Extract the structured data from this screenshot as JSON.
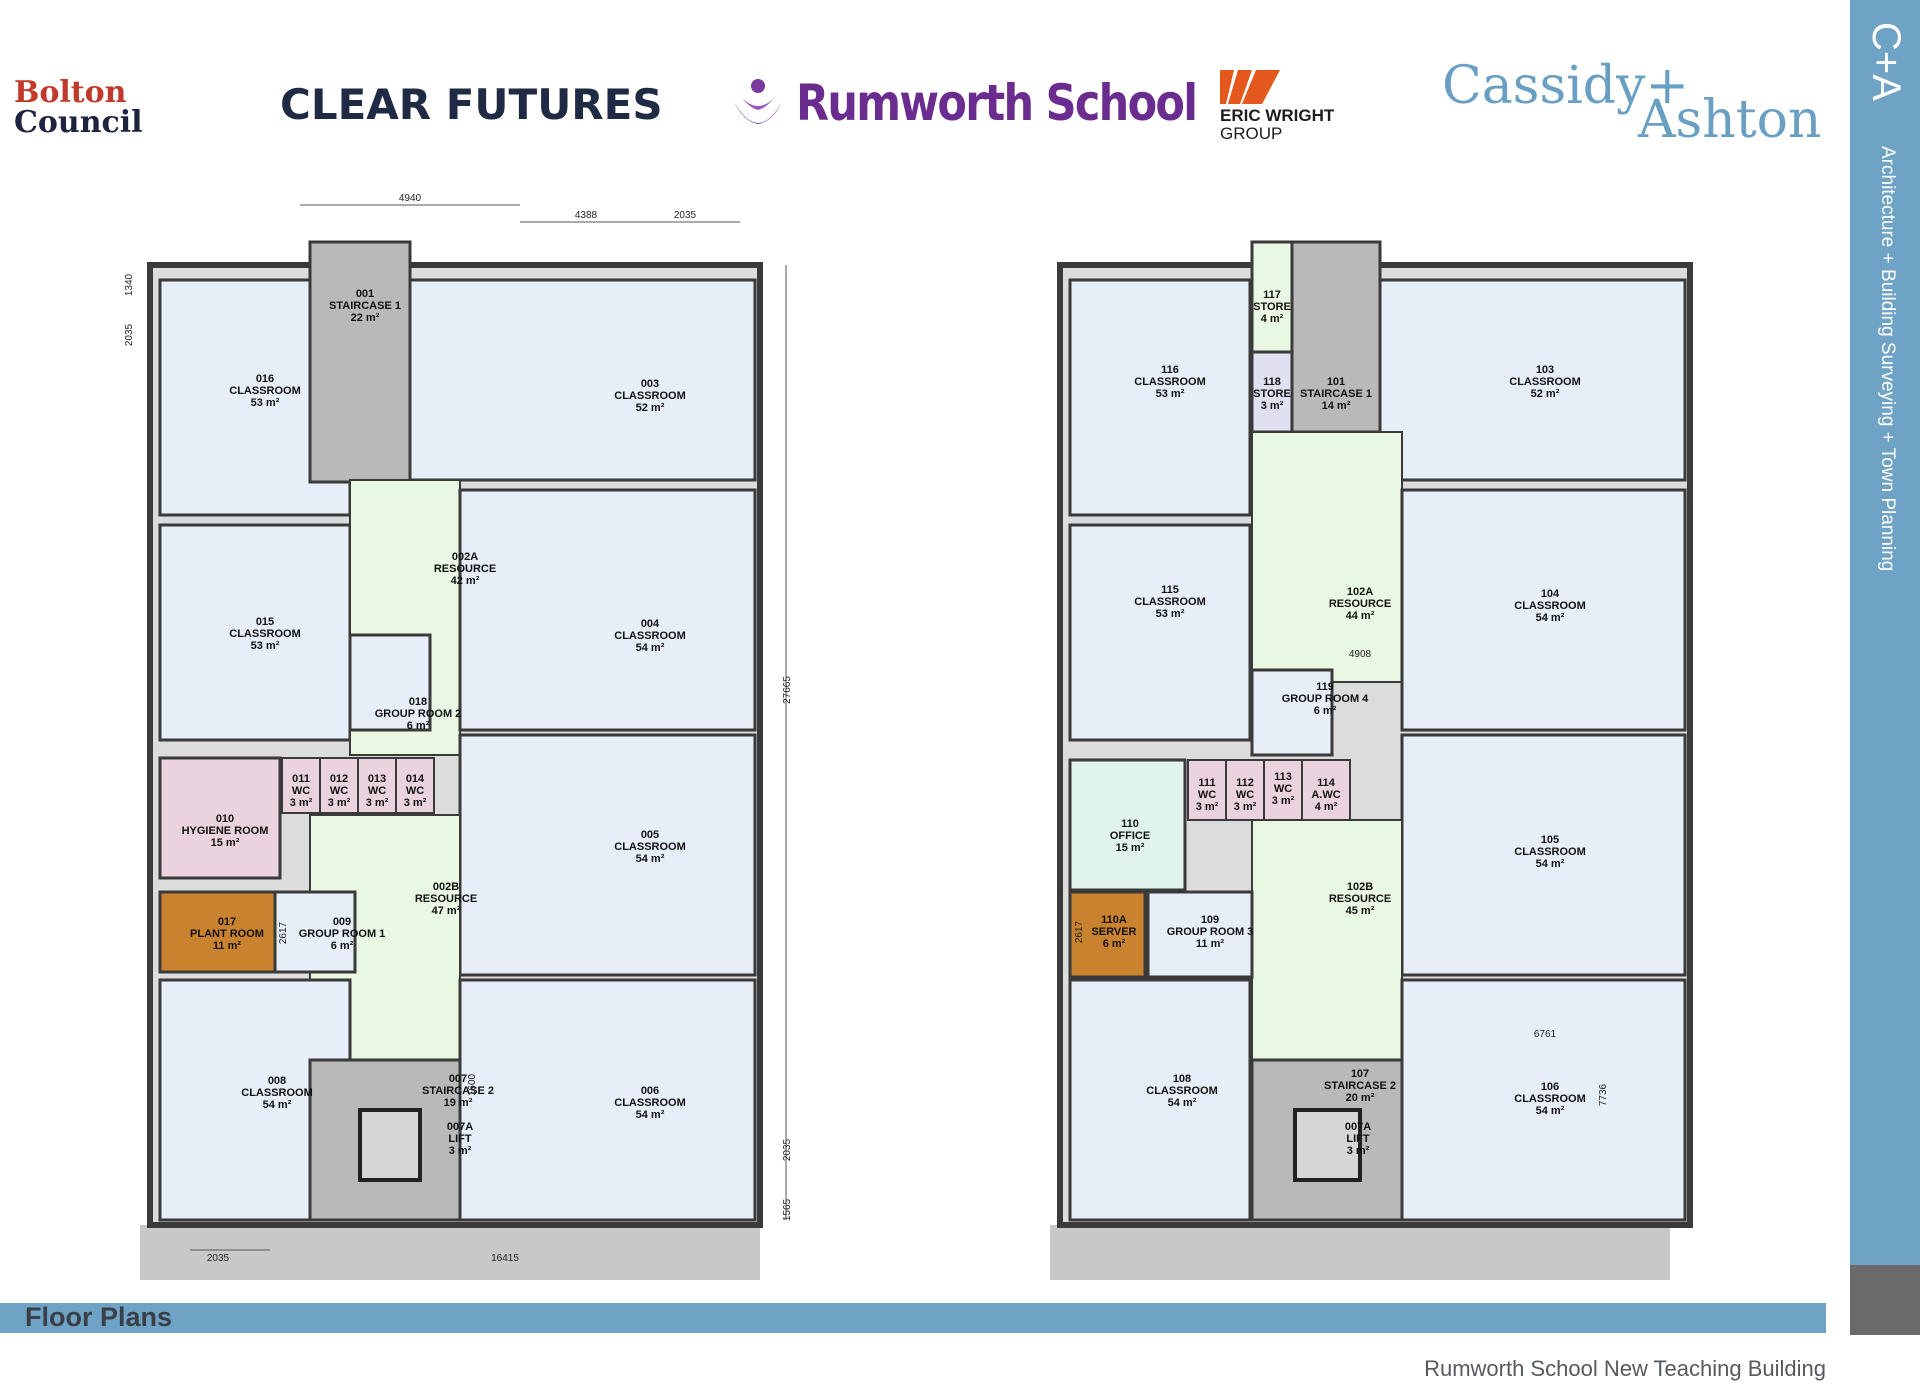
{
  "logos": {
    "bolton_line1": "Bolton",
    "bolton_line2": "Council",
    "clear_futures": "CLEAR FUTURES",
    "rumworth": "Rumworth School",
    "ericwright_line1": "ERIC WRIGHT",
    "ericwright_line2": "GROUP",
    "cassidy_line1": "Cassidy+",
    "cassidy_line2": "Ashton"
  },
  "sidebar": {
    "monogram": "C+A",
    "tagline": "Architecture + Building Surveying + Town Planning"
  },
  "band_title": "Floor Plans",
  "footer": "Rumworth School New Teaching Building",
  "colors": {
    "classroom": "#e6eef8",
    "resource": "#e9f8e2",
    "staircase": "#b9b9b9",
    "wc": "#ead3de",
    "plant": "#c9822e",
    "office": "#e0f3ec",
    "store": "#e1e0f1",
    "wall": "#3a3a3a",
    "brand_blue": "#6fa3c6"
  },
  "ground_floor": {
    "dimensions": [
      "4940",
      "4388",
      "2035",
      "1340",
      "2035",
      "27665",
      "2035",
      "1565",
      "2035",
      "16415",
      "2617",
      "1600"
    ],
    "rooms": [
      {
        "num": "016",
        "name": "CLASSROOM",
        "area": "53 m²"
      },
      {
        "num": "001",
        "name": "STAIRCASE 1",
        "area": "22 m²"
      },
      {
        "num": "003",
        "name": "CLASSROOM",
        "area": "52 m²"
      },
      {
        "num": "002A",
        "name": "RESOURCE",
        "area": "42 m²"
      },
      {
        "num": "015",
        "name": "CLASSROOM",
        "area": "53 m²"
      },
      {
        "num": "004",
        "name": "CLASSROOM",
        "area": "54 m²"
      },
      {
        "num": "018",
        "name": "GROUP ROOM 2",
        "area": "6 m²"
      },
      {
        "num": "011",
        "name": "WC",
        "area": "3 m²"
      },
      {
        "num": "012",
        "name": "WC",
        "area": "3 m²"
      },
      {
        "num": "013",
        "name": "WC",
        "area": "3 m²"
      },
      {
        "num": "014",
        "name": "WC",
        "area": "3 m²"
      },
      {
        "num": "010",
        "name": "HYGIENE ROOM",
        "area": "15 m²"
      },
      {
        "num": "005",
        "name": "CLASSROOM",
        "area": "54 m²"
      },
      {
        "num": "002B",
        "name": "RESOURCE",
        "area": "47 m²"
      },
      {
        "num": "017",
        "name": "PLANT ROOM",
        "area": "11 m²"
      },
      {
        "num": "009",
        "name": "GROUP ROOM 1",
        "area": "6 m²"
      },
      {
        "num": "008",
        "name": "CLASSROOM",
        "area": "54 m²"
      },
      {
        "num": "007",
        "name": "STAIRCASE 2",
        "area": "19 m²"
      },
      {
        "num": "007A",
        "name": "LIFT",
        "area": "3 m²"
      },
      {
        "num": "006",
        "name": "CLASSROOM",
        "area": "54 m²"
      }
    ]
  },
  "first_floor": {
    "dimensions": [
      "4908",
      "2617",
      "6761",
      "7736"
    ],
    "rooms": [
      {
        "num": "116",
        "name": "CLASSROOM",
        "area": "53 m²"
      },
      {
        "num": "117",
        "name": "STORE",
        "area": "4 m²"
      },
      {
        "num": "118",
        "name": "STORE",
        "area": "3 m²"
      },
      {
        "num": "101",
        "name": "STAIRCASE 1",
        "area": "14 m²"
      },
      {
        "num": "103",
        "name": "CLASSROOM",
        "area": "52 m²"
      },
      {
        "num": "102A",
        "name": "RESOURCE",
        "area": "44 m²"
      },
      {
        "num": "115",
        "name": "CLASSROOM",
        "area": "53 m²"
      },
      {
        "num": "104",
        "name": "CLASSROOM",
        "area": "54 m²"
      },
      {
        "num": "119",
        "name": "GROUP ROOM 4",
        "area": "6 m²"
      },
      {
        "num": "111",
        "name": "WC",
        "area": "3 m²"
      },
      {
        "num": "112",
        "name": "WC",
        "area": "3 m²"
      },
      {
        "num": "113",
        "name": "WC",
        "area": "3 m²"
      },
      {
        "num": "114",
        "name": "A.WC",
        "area": "4 m²"
      },
      {
        "num": "110",
        "name": "OFFICE",
        "area": "15 m²"
      },
      {
        "num": "105",
        "name": "CLASSROOM",
        "area": "54 m²"
      },
      {
        "num": "102B",
        "name": "RESOURCE",
        "area": "45 m²"
      },
      {
        "num": "110A",
        "name": "SERVER",
        "area": "6 m²"
      },
      {
        "num": "109",
        "name": "GROUP ROOM 3",
        "area": "11 m²"
      },
      {
        "num": "108",
        "name": "CLASSROOM",
        "area": "54 m²"
      },
      {
        "num": "107",
        "name": "STAIRCASE 2",
        "area": "20 m²"
      },
      {
        "num": "007A",
        "name": "LIFT",
        "area": "3 m²"
      },
      {
        "num": "106",
        "name": "CLASSROOM",
        "area": "54 m²"
      }
    ]
  }
}
